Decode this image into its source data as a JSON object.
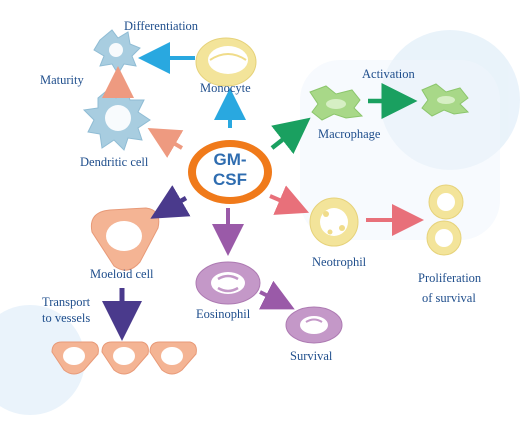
{
  "center": {
    "line1": "GM-",
    "line2": "CSF"
  },
  "labels": {
    "differentiation": "Differentiation",
    "maturity": "Maturity",
    "monocyte": "Monocyte",
    "dendritic_cell": "Dendritic cell",
    "activation": "Activation",
    "macrophage": "Macrophage",
    "moeloid_cell": "Moeloid cell",
    "transport_line1": "Transport",
    "transport_line2": "to vessels",
    "eosinophil": "Eosinophil",
    "survival": "Survival",
    "neotrophil": "Neotrophil",
    "proliferation_line1": "Proliferation",
    "proliferation_line2": "of survival"
  },
  "colors": {
    "label_text": "#1f4e8c",
    "center_text": "#2f6db0",
    "center_ring": "#f07a1a",
    "arrow_blue": "#29a8e0",
    "arrow_salmon": "#ee9a80",
    "arrow_green": "#1aa060",
    "arrow_red": "#e8707a",
    "arrow_indigo": "#4a3a8c",
    "arrow_purple": "#9a5aa8",
    "cell_lightblue": "#a8cde0",
    "cell_yellow": "#f3e49a",
    "cell_green": "#a8d888",
    "cell_orange": "#f4b494",
    "cell_purple": "#c498c8",
    "bg_circle": "#e6f1fa"
  }
}
